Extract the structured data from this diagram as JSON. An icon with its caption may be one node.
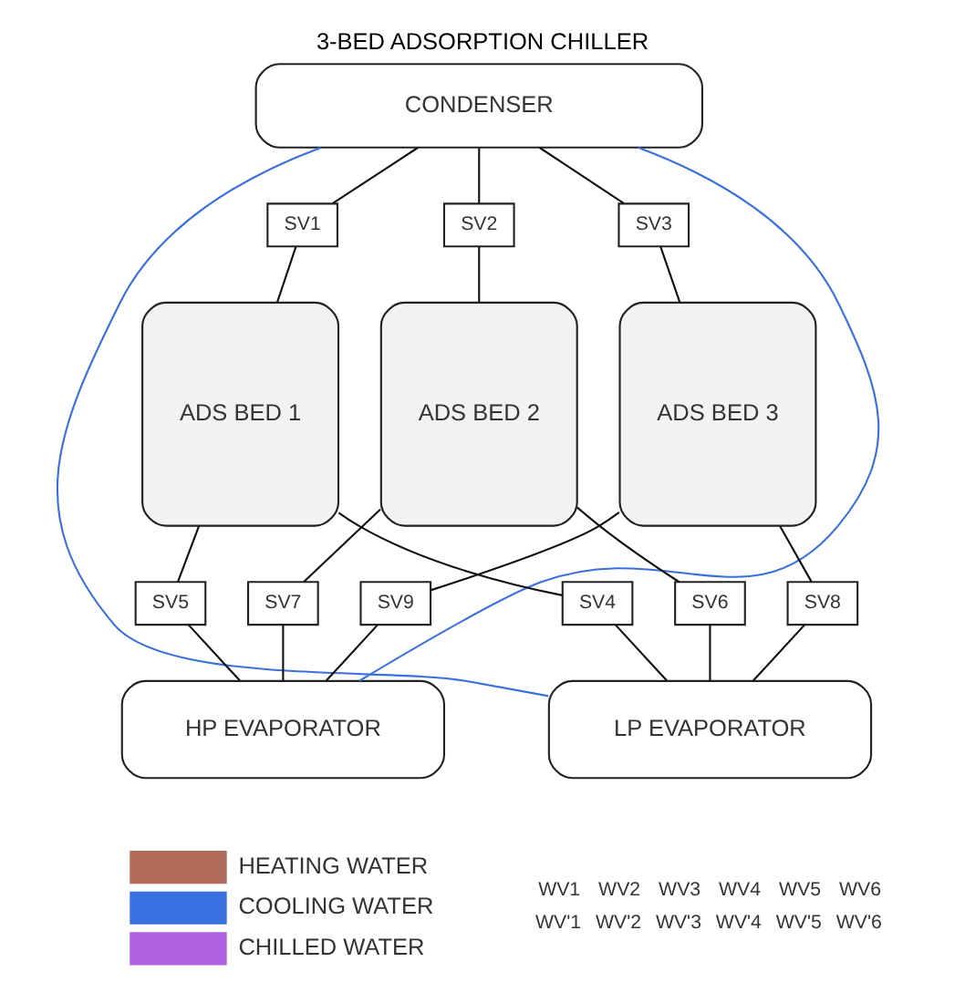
{
  "diagram": {
    "title": "3-BED ADSORPTION CHILLER",
    "nodes": [
      {
        "text": [
          "CONDENSER"
        ]
      },
      {
        "text": [
          "ADS BED 1"
        ]
      },
      {
        "text": [
          "ADS BED 2"
        ]
      },
      {
        "text": [
          "ADS BED 3"
        ]
      },
      {
        "text": [
          "LP EVAPORATOR"
        ]
      },
      {
        "text": [
          "HP EVAPORATOR"
        ]
      },
      {
        "text": [
          "SV1"
        ]
      },
      {
        "text": [
          "SV2"
        ]
      },
      {
        "text": [
          "SV3"
        ]
      },
      {
        "text": [
          "SV4"
        ]
      },
      {
        "text": [
          "SV5"
        ]
      },
      {
        "text": [
          "SV6"
        ]
      },
      {
        "text": [
          "SV7"
        ]
      },
      {
        "text": [
          "SV8"
        ]
      },
      {
        "text": [
          "SV9"
        ]
      }
    ],
    "edges": [
      {
        "from": 0,
        "to": 6,
        "arrow": "none"
      },
      {
        "from": 6,
        "to": 1,
        "arrow": "none"
      },
      {
        "from": 0,
        "to": 7,
        "arrow": "none"
      },
      {
        "from": 7,
        "to": 2,
        "arrow": "none"
      },
      {
        "from": 0,
        "to": 8,
        "arrow": "none"
      },
      {
        "from": 8,
        "to": 3,
        "arrow": "none"
      },
      {
        "from": 1,
        "to": 9,
        "arrow": "none"
      },
      {
        "from": 1,
        "to": 10,
        "arrow": "none"
      },
      {
        "from": 2,
        "to": 11,
        "arrow": "none"
      },
      {
        "from": 2,
        "to": 12,
        "arrow": "none"
      },
      {
        "from": 3,
        "to": 13,
        "arrow": "none"
      },
      {
        "from": 3,
        "to": 14,
        "arrow": "none"
      },
      {
        "from": 9,
        "to": 4,
        "arrow": "none"
      },
      {
        "from": 11,
        "to": 4,
        "arrow": "none"
      },
      {
        "from": 13,
        "to": 4,
        "arrow": "none"
      },
      {
        "from": 10,
        "to": 5,
        "arrow": "none"
      },
      {
        "from": 12,
        "to": 5,
        "arrow": "none"
      },
      {
        "from": 14,
        "to": 5,
        "arrow": "none"
      },
      {
        "from": 0,
        "to": 4,
        "arrow": "none",
        "color": "#3a6fe0"
      },
      {
        "from": 0,
        "to": 5,
        "arrow": "none",
        "color": "#3a6fe0"
      }
    ],
    "labels": [
      "WV1",
      "WV2",
      "WV3",
      "WV4",
      "WV5",
      "WV6",
      "WV'1",
      "WV'2",
      "WV'3",
      "WV'4",
      "WV'5",
      "WV'6"
    ],
    "legend": [
      {
        "text": "HEATING WATER",
        "color": "#b06a5a"
      },
      {
        "text": "COOLING WATER",
        "color": "#3a6fe0"
      },
      {
        "text": "CHILLED WATER",
        "color": "#b060e0"
      }
    ]
  }
}
